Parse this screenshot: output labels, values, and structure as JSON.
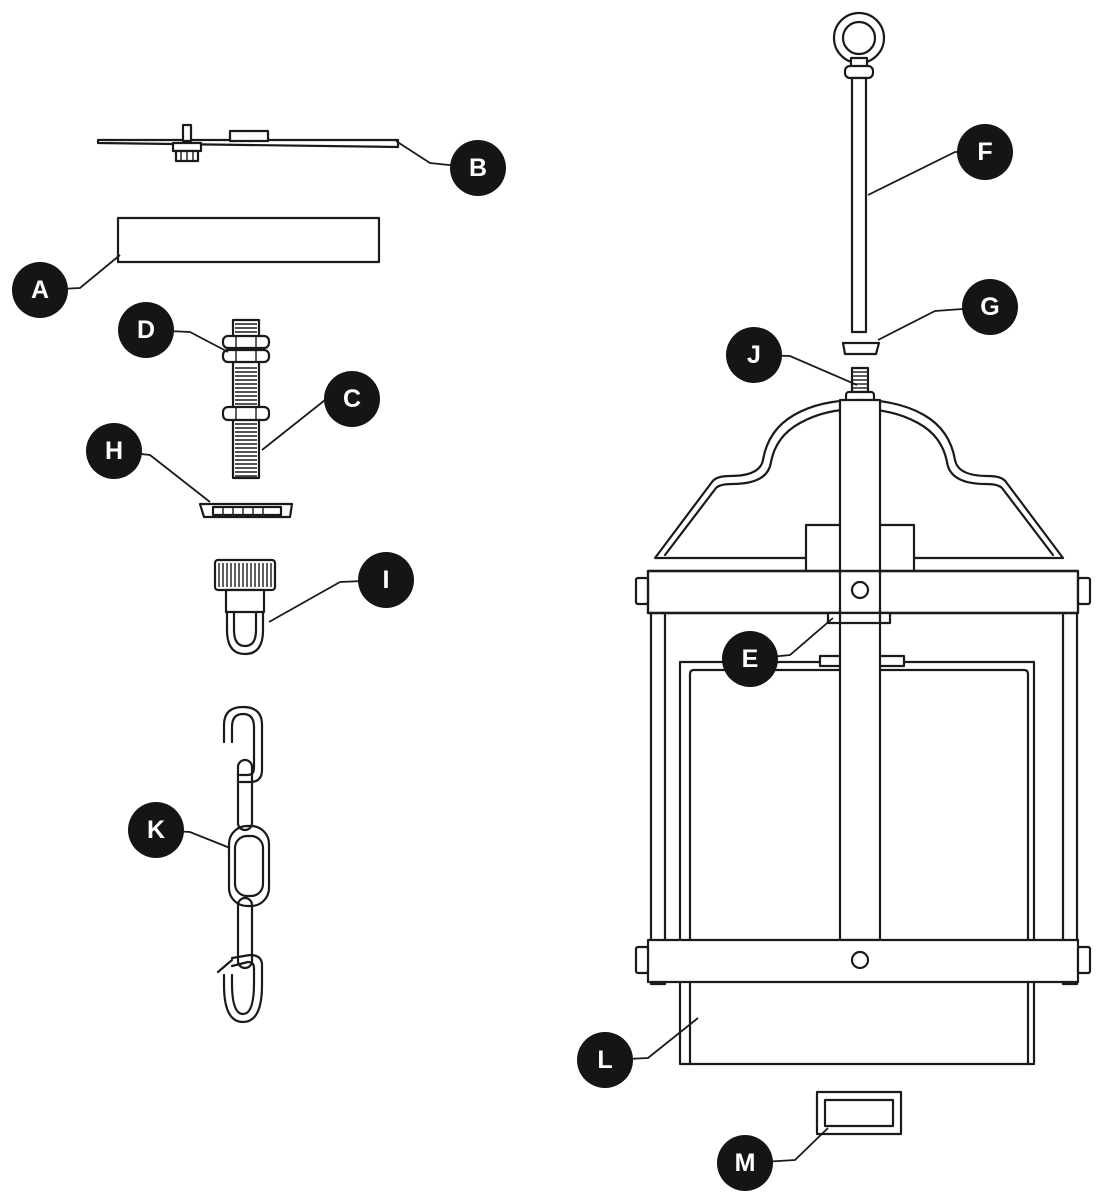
{
  "labels": {
    "A": "A",
    "B": "B",
    "C": "C",
    "D": "D",
    "E": "E",
    "F": "F",
    "G": "G",
    "H": "H",
    "I": "I",
    "J": "J",
    "K": "K",
    "L": "L",
    "M": "M"
  },
  "colors": {
    "line": "#1a1a1a",
    "badge": "#151515",
    "badge_text": "#ffffff",
    "background": "#ffffff"
  }
}
